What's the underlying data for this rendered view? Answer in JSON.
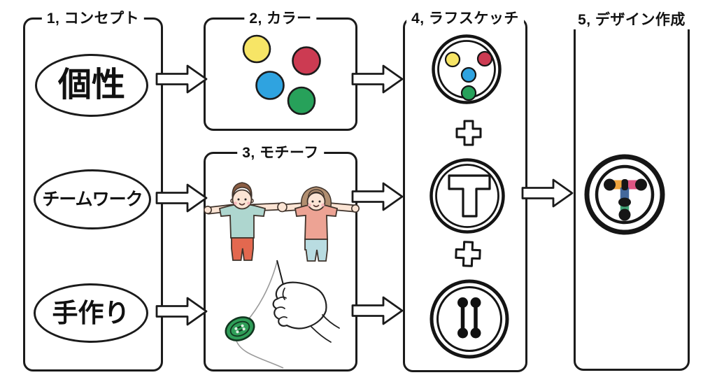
{
  "panels": {
    "concept": {
      "label": "1, コンセプト",
      "items": [
        "個性",
        "チームワーク",
        "手作り"
      ]
    },
    "color": {
      "label": "2, カラー"
    },
    "motif": {
      "label": "3, モチーフ"
    },
    "sketch": {
      "label": "4, ラフスケッチ"
    },
    "design": {
      "label": "5, デザイン作成"
    }
  },
  "colors": {
    "outline": "#1b1b1b",
    "palette": {
      "yellow": "#F7E566",
      "red": "#CC3B52",
      "blue": "#2FA3E0",
      "green": "#27A15A"
    },
    "logo": {
      "orange": "#F0A43C",
      "pink": "#DE5583",
      "blue": "#44689B",
      "green": "#42A376"
    },
    "button_green": "#2F9E58"
  }
}
